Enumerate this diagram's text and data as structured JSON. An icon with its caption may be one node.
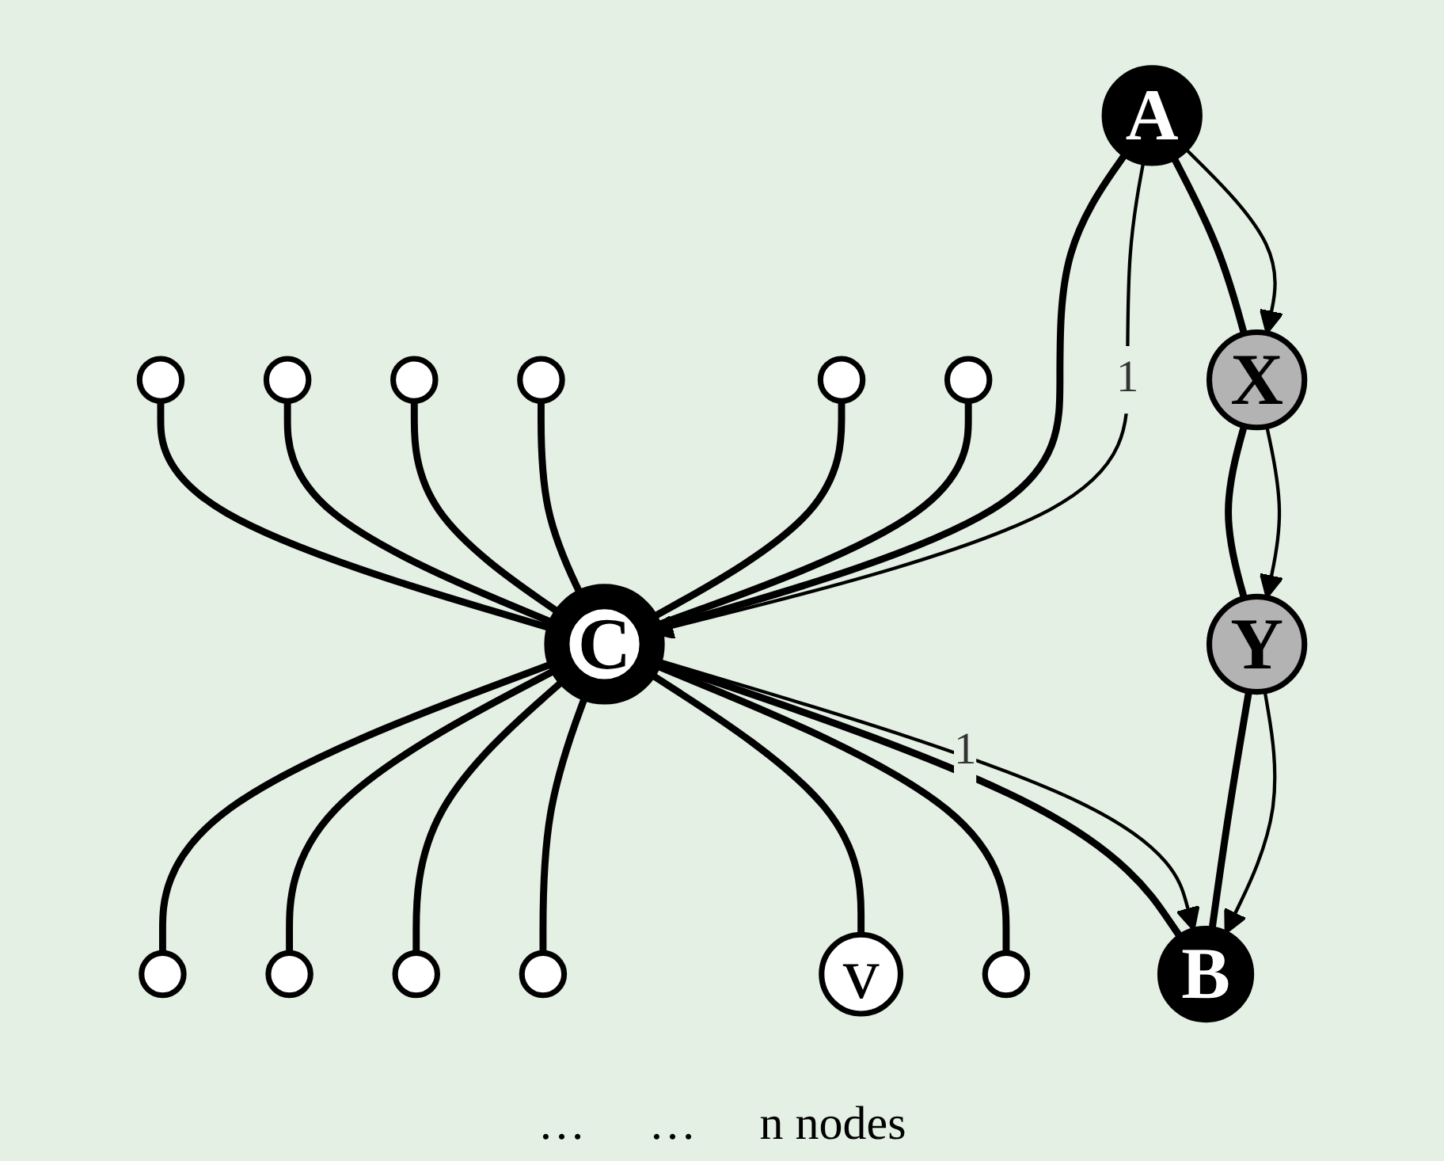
{
  "diagram": {
    "nodes": [
      {
        "text": [],
        "shape": "circle"
      },
      {
        "text": [],
        "shape": "circle"
      },
      {
        "text": [],
        "shape": "circle"
      },
      {
        "text": [],
        "shape": "circle"
      },
      {
        "text": [],
        "shape": "circle"
      },
      {
        "text": [],
        "shape": "circle"
      },
      {
        "text": [
          "A"
        ]
      },
      {
        "text": [
          "C"
        ]
      },
      {
        "text": [
          "X"
        ]
      },
      {
        "text": [
          "Y"
        ]
      },
      {
        "text": [],
        "shape": "circle"
      },
      {
        "text": [],
        "shape": "circle"
      },
      {
        "text": [],
        "shape": "circle"
      },
      {
        "text": [],
        "shape": "circle"
      },
      {
        "text": [
          "v"
        ]
      },
      {
        "text": [],
        "shape": "circle"
      },
      {
        "text": [
          "B"
        ]
      }
    ],
    "edges": [
      {
        "from": 0,
        "to": 7,
        "arrow": "none"
      },
      {
        "from": 1,
        "to": 7,
        "arrow": "none"
      },
      {
        "from": 2,
        "to": 7,
        "arrow": "none"
      },
      {
        "from": 3,
        "to": 7,
        "arrow": "none"
      },
      {
        "from": 4,
        "to": 7,
        "arrow": "none"
      },
      {
        "from": 5,
        "to": 7,
        "arrow": "none"
      },
      {
        "from": 6,
        "to": 7,
        "arrow": "none"
      },
      {
        "from": 6,
        "to": 7,
        "arrow": "to",
        "label": "1"
      },
      {
        "from": 7,
        "to": 10,
        "arrow": "none"
      },
      {
        "from": 7,
        "to": 11,
        "arrow": "none"
      },
      {
        "from": 7,
        "to": 12,
        "arrow": "none"
      },
      {
        "from": 7,
        "to": 13,
        "arrow": "none"
      },
      {
        "from": 7,
        "to": 14,
        "arrow": "none"
      },
      {
        "from": 7,
        "to": 15,
        "arrow": "none"
      },
      {
        "from": 7,
        "to": 16,
        "arrow": "none"
      },
      {
        "from": 7,
        "to": 16,
        "arrow": "to",
        "label": "1"
      },
      {
        "from": 6,
        "to": 8,
        "arrow": "none"
      },
      {
        "from": 6,
        "to": 8,
        "arrow": "to"
      },
      {
        "from": 8,
        "to": 9,
        "arrow": "none"
      },
      {
        "from": 8,
        "to": 9,
        "arrow": "to"
      },
      {
        "from": 9,
        "to": 16,
        "arrow": "none"
      },
      {
        "from": 9,
        "to": 16,
        "arrow": "to"
      }
    ],
    "labels": [
      "…",
      "…",
      "n nodes"
    ]
  }
}
